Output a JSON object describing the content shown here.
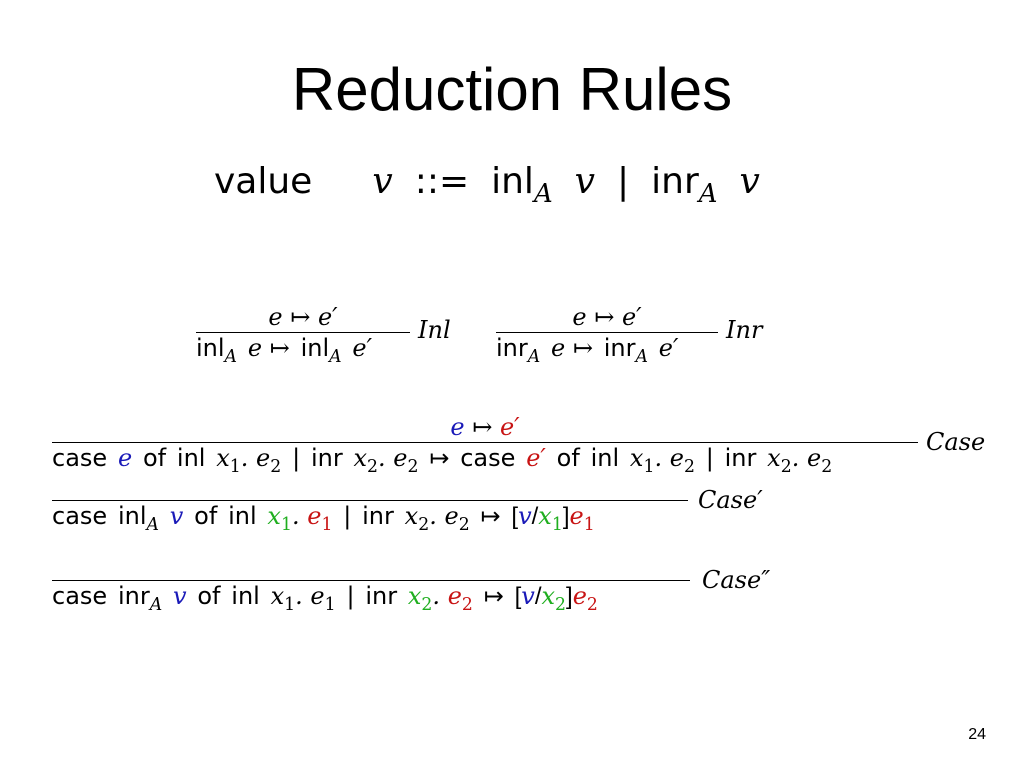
{
  "title": "Reduction Rules",
  "grammar": {
    "label": "value",
    "var": "v",
    "defines": "::=",
    "alt1_ctor": "inl",
    "alt1_sub": "A",
    "alt1_arg": "v",
    "sep": "|",
    "alt2_ctor": "inr",
    "alt2_sub": "A",
    "alt2_arg": "v"
  },
  "rules": {
    "inl": {
      "premise": "e ↦ e′",
      "concl_ctor": "inl",
      "concl_sub": "A",
      "concl_mid": "e ↦",
      "concl_ctor2": "inl",
      "concl_sub2": "A",
      "concl_end": "e′",
      "name": "Inl"
    },
    "inr": {
      "premise": "e ↦ e′",
      "concl_ctor": "inr",
      "concl_sub": "A",
      "concl_mid": "e ↦",
      "concl_ctor2": "inr",
      "concl_sub2": "A",
      "concl_end": "e′",
      "name": "Inr"
    },
    "case": {
      "premise_left": "e",
      "premise_arrow": "↦",
      "premise_right": "e′",
      "name": "Case"
    },
    "case_prime": {
      "name": "Case′"
    },
    "case_dprime": {
      "name": "Case″"
    }
  },
  "colors": {
    "blue": "#1a1ab8",
    "red": "#c81414",
    "green": "#1fae1f"
  },
  "page_number": "24"
}
